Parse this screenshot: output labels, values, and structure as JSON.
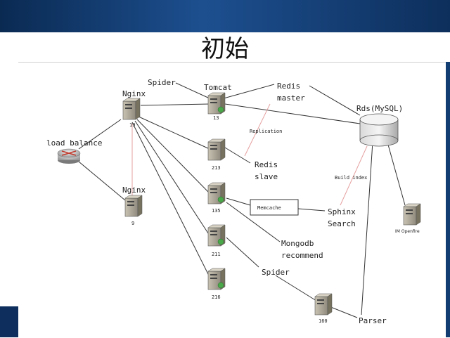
{
  "slide": {
    "title": "初始"
  },
  "nodes": {
    "load_balance": "load balance",
    "nginx_top": "Nginx",
    "nginx_top_id": "19",
    "nginx_bottom": "Nginx",
    "nginx_bottom_id": "9",
    "tomcat": "Tomcat",
    "tomcat_id": "13",
    "srv_213": "213",
    "srv_135": "135",
    "srv_211": "211",
    "srv_216": "216",
    "srv_160": "160",
    "spider_top": "Spider",
    "spider_bottom": "Spider",
    "redis_master_1": "Redis",
    "redis_master_2": "master",
    "redis_slave_1": "Redis",
    "redis_slave_2": "slave",
    "replication": "Replication",
    "rds": "Rds(MySQL)",
    "build_index": "Build index",
    "memcache": "Memcache",
    "sphinx_1": "Sphinx",
    "sphinx_2": "Search",
    "mongodb_1": "Mongodb",
    "mongodb_2": "recommend",
    "parser": "Parser",
    "im_openfire": "IM Openfire"
  },
  "colors": {
    "header": "#0a2a52",
    "edge": "#333333",
    "replication_edge": "#e6a0a0"
  }
}
